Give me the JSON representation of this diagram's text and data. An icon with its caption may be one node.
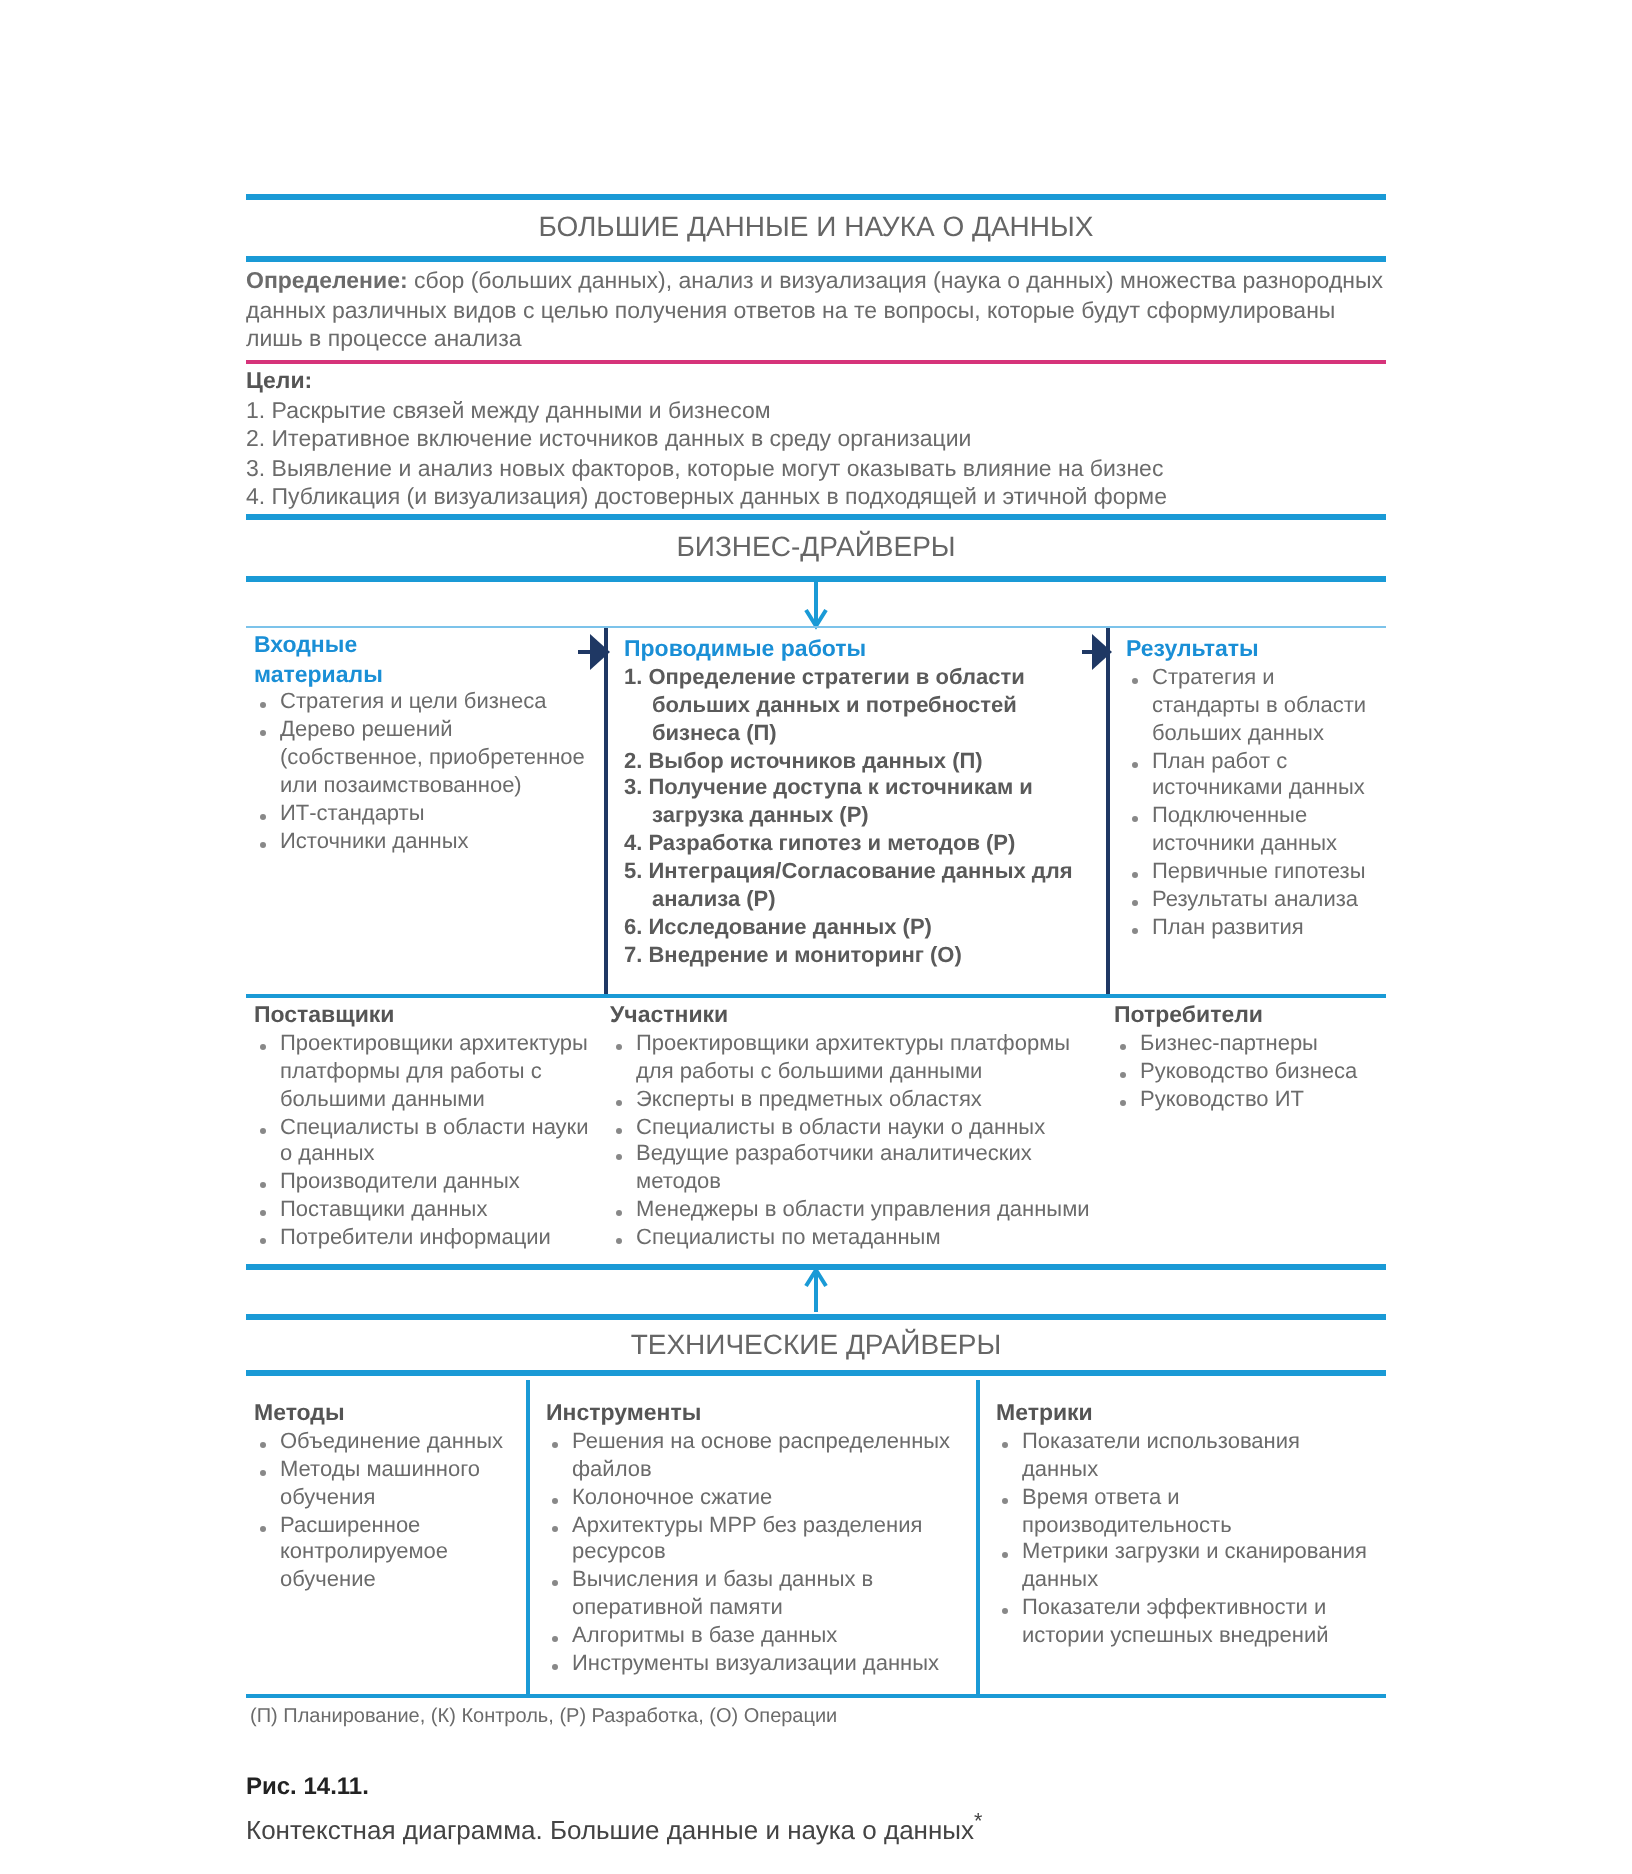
{
  "diagram": {
    "title": "БОЛЬШИЕ ДАННЫЕ И НАУКА О ДАННЫХ",
    "caption": "**Рис. 14.11.** Контекстная диаграмма. Большие данные и наука о данных$^{*}$",
    "nodes": [
      {
        "text": [
          "**Определение:** сбор (больших данных), анализ и визуализация (наука о данных) множества разнородных данных различных видов с целью получения ответов на те вопросы, которые будут сформулированы лишь в процессе анализа"
        ]
      },
      {
        "text": [
          "Цели:",
          "1. Раскрытие связей между данными и бизнесом",
          "2. Итеративное включение источников данных в среду организации",
          "3. Выявление и анализ новых факторов, которые могут оказывать влияние на бизнес",
          "4. Публикация (и визуализация) достоверных данных в подходящей и этичной форме"
        ]
      },
      {
        "text": [
          "БИЗНЕС-ДРАЙВЕРЫ"
        ]
      },
      {
        "text": [
          "Входные материалы",
          "Стратегия и цели бизнеса",
          "Дерево решений (собственное, приобретенное или позаимствованное)",
          "ИТ-стандарты",
          "Источники данных"
        ]
      },
      {
        "text": [
          "Проводимые работы",
          "1. Определение стратегии в области больших данных и потребностей бизнеса (П)",
          "2. Выбор источников данных (П)",
          "3. Получение доступа к источникам и загрузка данных (Р)",
          "4. Разработка гипотез и методов (Р)",
          "5. Интеграция/Согласование данных для анализа (Р)",
          "6. Исследование данных (Р)",
          "7. Внедрение и мониторинг (О)"
        ]
      },
      {
        "text": [
          "Результаты",
          "Стратегия и стандарты в области больших данных",
          "План работ с источниками данных",
          "Подключенные источники данных",
          "Первичные гипотезы",
          "Результаты анализа",
          "План развития"
        ]
      },
      {
        "text": [
          "Поставщики",
          "Проектировщики архитектуры платформы для работы с большими данными",
          "Специалисты в области науки о данных",
          "Производители данных",
          "Поставщики данных",
          "Потребители информации"
        ]
      },
      {
        "text": [
          "Участники",
          "Проектировщики архитектуры платформы для работы с большими данными",
          "Эксперты в предметных областях",
          "Специалисты в области науки о данных",
          "Ведущие разработчики аналитических методов",
          "Менеджеры в области управления данными",
          "Специалисты по метаданным"
        ]
      },
      {
        "text": [
          "Потребители",
          "Бизнес-партнеры",
          "Руководство бизнеса",
          "Руководство ИТ"
        ]
      },
      {
        "text": [
          "ТЕХНИЧЕСКИЕ ДРАЙВЕРЫ"
        ]
      },
      {
        "text": [
          "Методы",
          "Объединение данных",
          "Методы машинного обучения",
          "Расширенное контролируемое обучение"
        ]
      },
      {
        "text": [
          "Инструменты",
          "Решения на основе распределенных файлов",
          "Колоночное сжатие",
          "Архитектуры MPP без разделения ресурсов",
          "Вычисления и базы данных в оперативной памяти",
          "Алгоритмы в базе данных",
          "Инструменты визуализации данных"
        ]
      },
      {
        "text": [
          "Метрики",
          "Показатели использования данных",
          "Время ответа и производительность",
          "Метрики загрузки и сканирования данных",
          "Показатели эффективности и истории успешных внедрений"
        ]
      }
    ],
    "edges": [
      {
        "from": 2,
        "to": 4,
        "arrow": "to"
      },
      {
        "from": 3,
        "to": 4,
        "arrow": "to",
        "color": "#1f3864"
      },
      {
        "from": 4,
        "to": 5,
        "arrow": "to",
        "color": "#1f3864"
      },
      {
        "from": 9,
        "to": 7,
        "arrow": "to"
      }
    ],
    "labels": [
      "(П) Планирование, (К) Контроль, (Р) Разработка, (О) Операции"
    ]
  }
}
